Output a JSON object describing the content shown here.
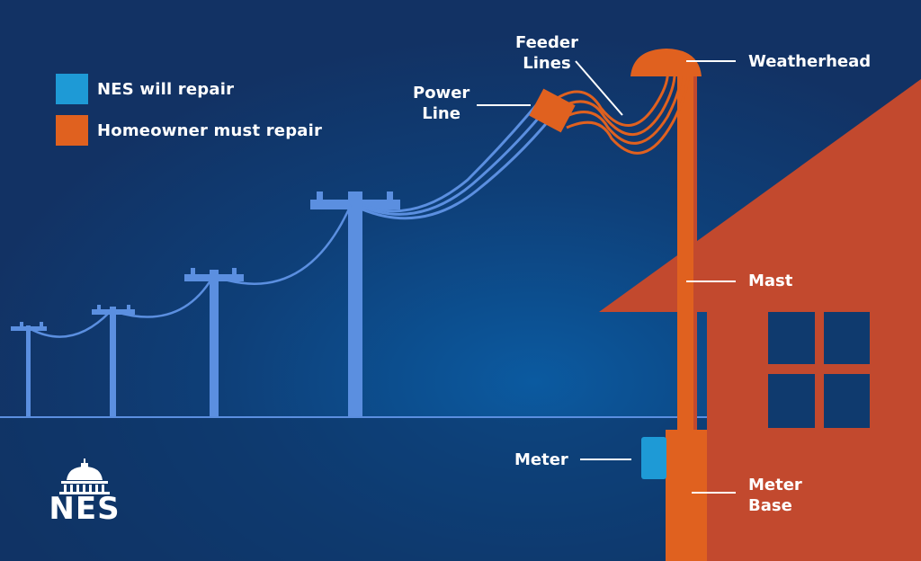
{
  "colors": {
    "background": "#0f3a6e",
    "nes_blue": "#5b8fe0",
    "meter_blue": "#1e9ad6",
    "homeowner_orange": "#e0611f",
    "house_red": "#c2492e",
    "line_white": "#ffffff"
  },
  "legend": {
    "items": [
      {
        "label": "NES will repair",
        "color": "#1e9ad6"
      },
      {
        "label": "Homeowner must repair",
        "color": "#e0611f"
      }
    ]
  },
  "labels": {
    "feeder_lines": {
      "line1": "Feeder",
      "line2": "Lines"
    },
    "power_line": {
      "line1": "Power",
      "line2": "Line"
    },
    "weatherhead": "Weatherhead",
    "mast": "Mast",
    "meter": "Meter",
    "meter_base": {
      "line1": "Meter",
      "line2": "Base"
    }
  },
  "logo": {
    "text": "NES",
    "icon": "capitol-dome-icon"
  }
}
